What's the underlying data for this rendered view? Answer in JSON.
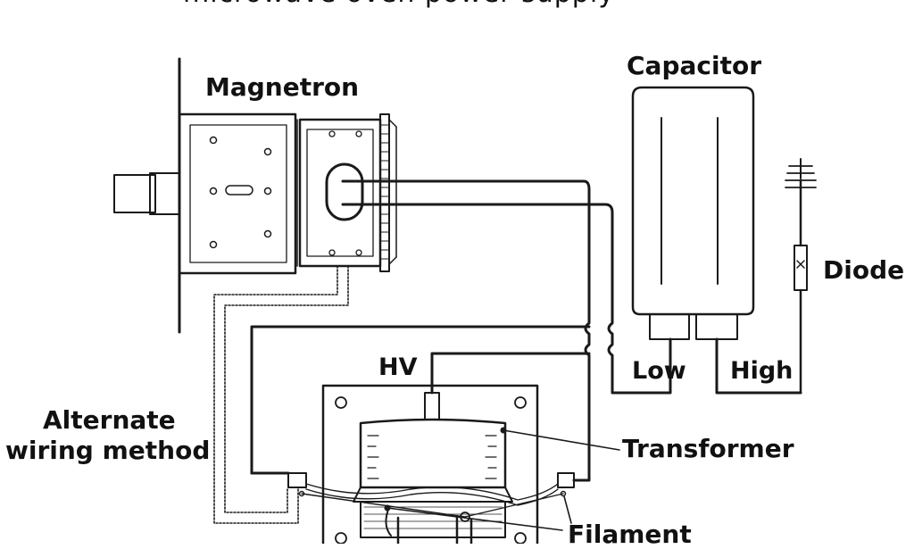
{
  "title": "microwave oven power supply",
  "labels": {
    "magnetron": "Magnetron",
    "capacitor": "Capacitor",
    "diode": "Diode",
    "hv": "HV",
    "low": "Low",
    "high": "High",
    "alternate_line1": "Alternate",
    "alternate_line2": "wiring method",
    "transformer": "Transformer",
    "filament": "Filament"
  },
  "colors": {
    "line": "#1a1a1a",
    "background": "#ffffff"
  }
}
